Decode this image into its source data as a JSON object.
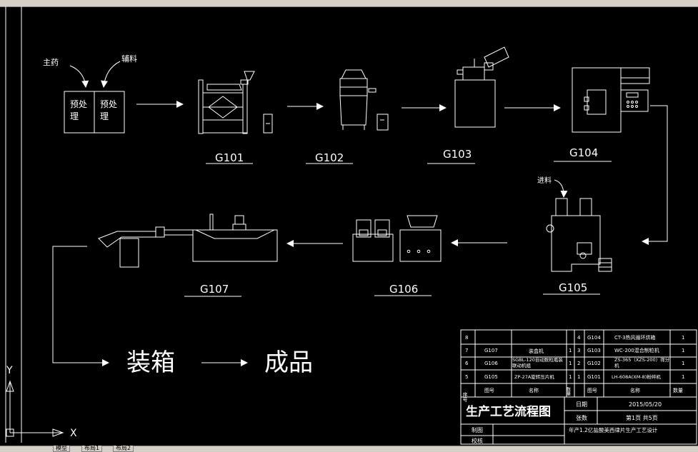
{
  "diagram": {
    "inputs": {
      "main_drug": "主药",
      "excipient": "辅料",
      "feed": "进料"
    },
    "pretreat": {
      "line1": "预处",
      "line2": "理"
    },
    "stations": {
      "g101": "G101",
      "g102": "G102",
      "g103": "G103",
      "g104": "G104",
      "g105": "G105",
      "g106": "G106",
      "g107": "G107"
    },
    "final": {
      "boxing": "装箱",
      "product": "成品"
    }
  },
  "title_block": {
    "rows": [
      {
        "no": "8",
        "code": "",
        "name": "",
        "qty": "",
        "no2": "4",
        "code2": "G104",
        "name2": "CT-3热风循环烘箱",
        "qty2": "1"
      },
      {
        "no": "7",
        "code": "G107",
        "name": "装盒机",
        "qty": "1",
        "no2": "3",
        "code2": "G103",
        "name2": "WC-200混合制粒机",
        "qty2": "1"
      },
      {
        "no": "6",
        "code": "G106",
        "name": "SGBL-120自动数粒瓶装联动机组",
        "qty": "1",
        "no2": "2",
        "code2": "G102",
        "name2": "ZS-365（XZS-200）筛分机",
        "qty2": "1"
      },
      {
        "no": "5",
        "code": "G105",
        "name": "ZP-27A旋转压片机",
        "qty": "1",
        "no2": "1",
        "code2": "G101",
        "name2": "LH-608A(XM-8)粉碎机",
        "qty2": "1"
      }
    ],
    "header": {
      "no": "序号",
      "code": "图号",
      "name": "名称",
      "qty": "数量",
      "code2": "图号",
      "name2": "名称",
      "qty2": "数量"
    },
    "title": "生产工艺流程图",
    "date_label": "日期",
    "date_value": "2015/05/20",
    "sheets_label": "张数",
    "sheets_value": "第1页 共5页",
    "drawn_label": "制图",
    "checked_label": "校核",
    "project": "年产1.2亿盐酸美西律片生产工艺设计"
  },
  "ucs": {
    "x": "X",
    "y": "Y"
  },
  "tabs": [
    "模型",
    "布局1",
    "布局2"
  ]
}
